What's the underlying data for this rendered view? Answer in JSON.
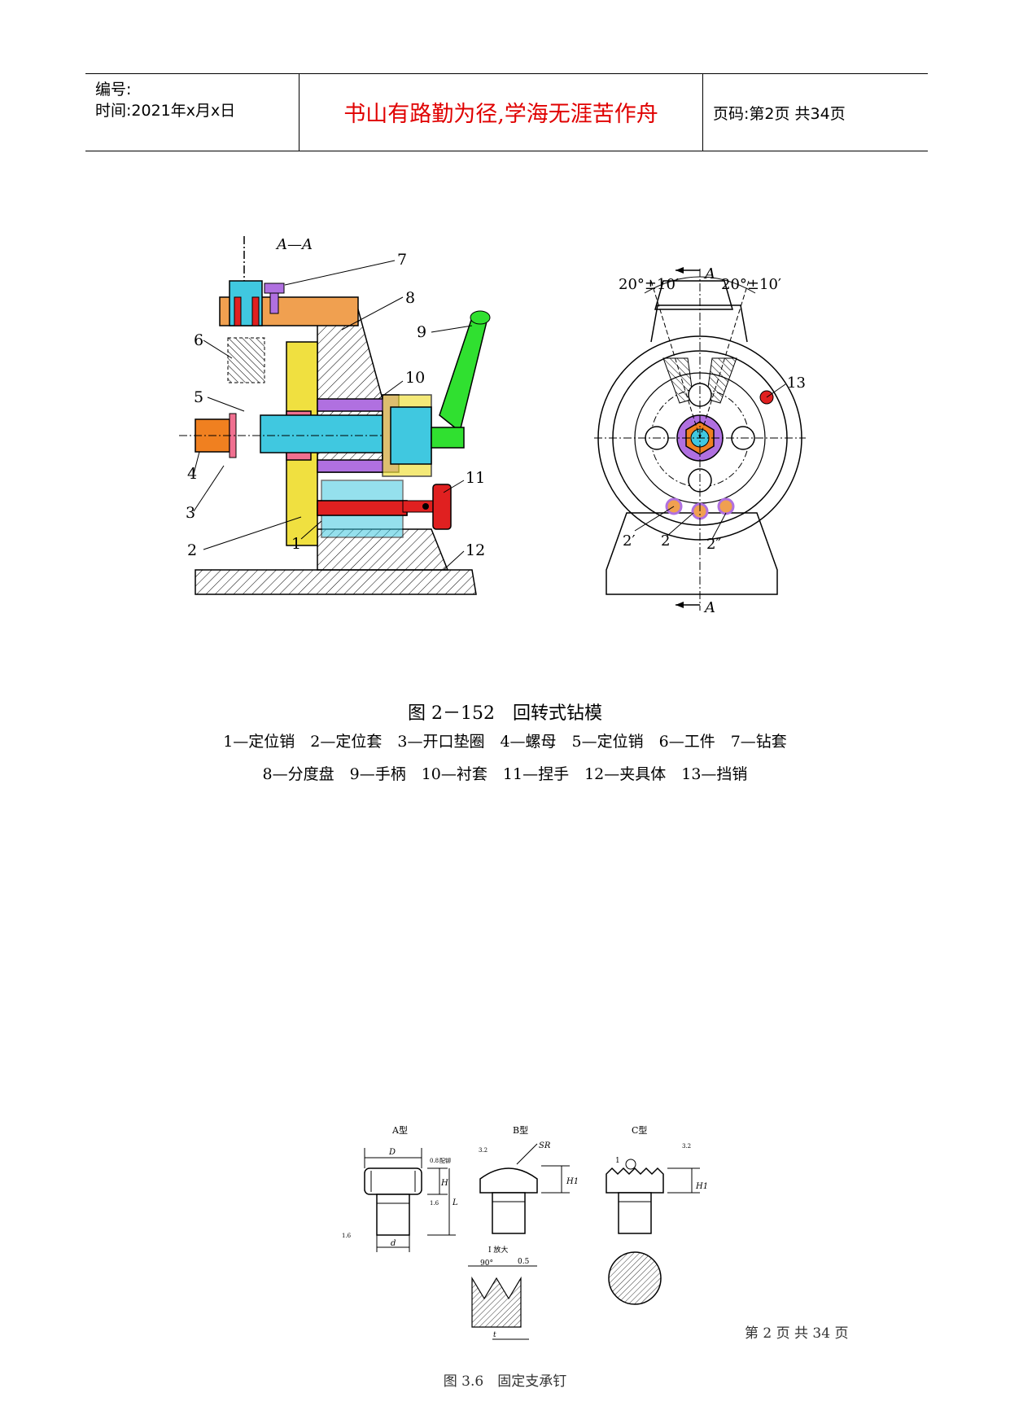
{
  "header": {
    "number_label": "编号:",
    "time_label": "时间:2021年x月x日",
    "motto": "书山有路勤为径,学海无涯苦作舟",
    "page_label": "页码:第2页 共34页"
  },
  "figure1": {
    "section_label": "A—A",
    "callouts": [
      "7",
      "8",
      "9",
      "6",
      "10",
      "5",
      "4",
      "3",
      "11",
      "2",
      "1",
      "12"
    ],
    "right_callouts": [
      "13",
      "2′",
      "2",
      "2″"
    ],
    "angle_left": "20°±10′",
    "angle_right": "20°±10′",
    "section_mark_top": "A",
    "section_mark_bottom": "A",
    "caption_title": "图 2－152　回转式钻模",
    "legend_line1": "1—定位销　2—定位套　3—开口垫圈　4—螺母　5—定位销　6—工件　7—钻套",
    "legend_line2": "8—分度盘　9—手柄　10—衬套　11—捏手　12—夹具体　13—挡销"
  },
  "figure2": {
    "type_a": "A型",
    "type_b": "B型",
    "type_c": "C型",
    "detail_label": "I 放大",
    "dim_d_upper": "D",
    "dim_d_lower": "d",
    "dim_h": "H",
    "dim_l": "L",
    "dim_h1_b": "H1",
    "dim_h1_c": "H1",
    "dim_sr": "SR",
    "rough_1": "0.8",
    "rough_1_note": "配铆",
    "rough_2": "1.6",
    "rough_3": "3.2",
    "rough_4": "3.2",
    "rough_5": "1.6",
    "mark_1": "1",
    "angle_90": "90°",
    "dim_05": "0.5",
    "dim_t": "t",
    "page_note": "第 2 页 共 34 页",
    "caption": "图 3.6　固定支承钉"
  },
  "colors": {
    "motto": "#e00000",
    "drill_bushing": "#40c8e0",
    "index_plate": "#f0a050",
    "handle": "#30e030",
    "bushing": "#b070e0",
    "pin_red": "#e02020",
    "nut": "#f08020",
    "yellow": "#f0e040",
    "pink": "#f07090"
  }
}
